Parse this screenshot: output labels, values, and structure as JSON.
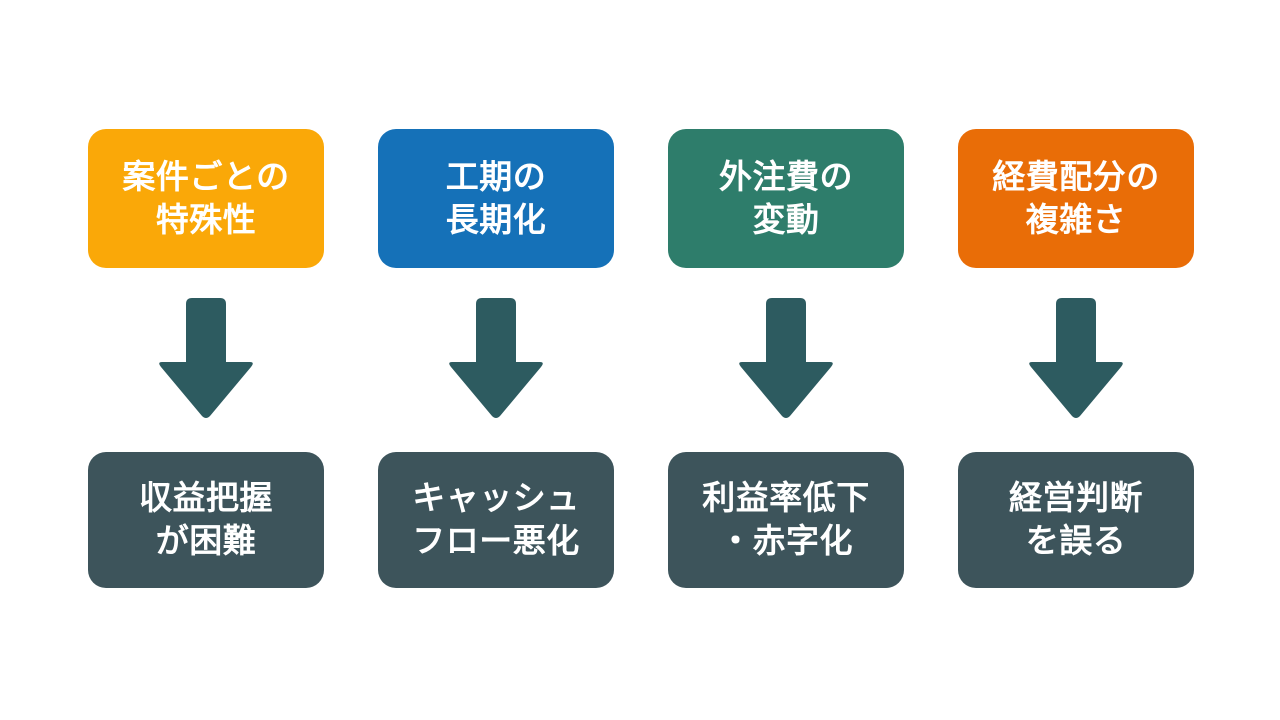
{
  "diagram": {
    "type": "cause-effect-flow",
    "background_color": "#ffffff",
    "arrow_color": "#2D5B60",
    "arrow_icon_name": "down-arrow-icon",
    "columns": [
      {
        "cause": {
          "label": "案件ごとの\n特殊性",
          "color": "#FAA808",
          "text_color": "#ffffff"
        },
        "effect": {
          "label": "収益把握\nが困難",
          "color": "#3D545B",
          "text_color": "#ffffff"
        }
      },
      {
        "cause": {
          "label": "工期の\n長期化",
          "color": "#1571B8",
          "text_color": "#ffffff"
        },
        "effect": {
          "label": "キャッシュ\nフロー悪化",
          "color": "#3D545B",
          "text_color": "#ffffff"
        }
      },
      {
        "cause": {
          "label": "外注費の\n変動",
          "color": "#2E7D6B",
          "text_color": "#ffffff"
        },
        "effect": {
          "label": "利益率低下\n・赤字化",
          "color": "#3D545B",
          "text_color": "#ffffff"
        }
      },
      {
        "cause": {
          "label": "経費配分の\n複雑さ",
          "color": "#E96D07",
          "text_color": "#ffffff"
        },
        "effect": {
          "label": "経営判断\nを誤る",
          "color": "#3D545B",
          "text_color": "#ffffff"
        }
      }
    ]
  }
}
